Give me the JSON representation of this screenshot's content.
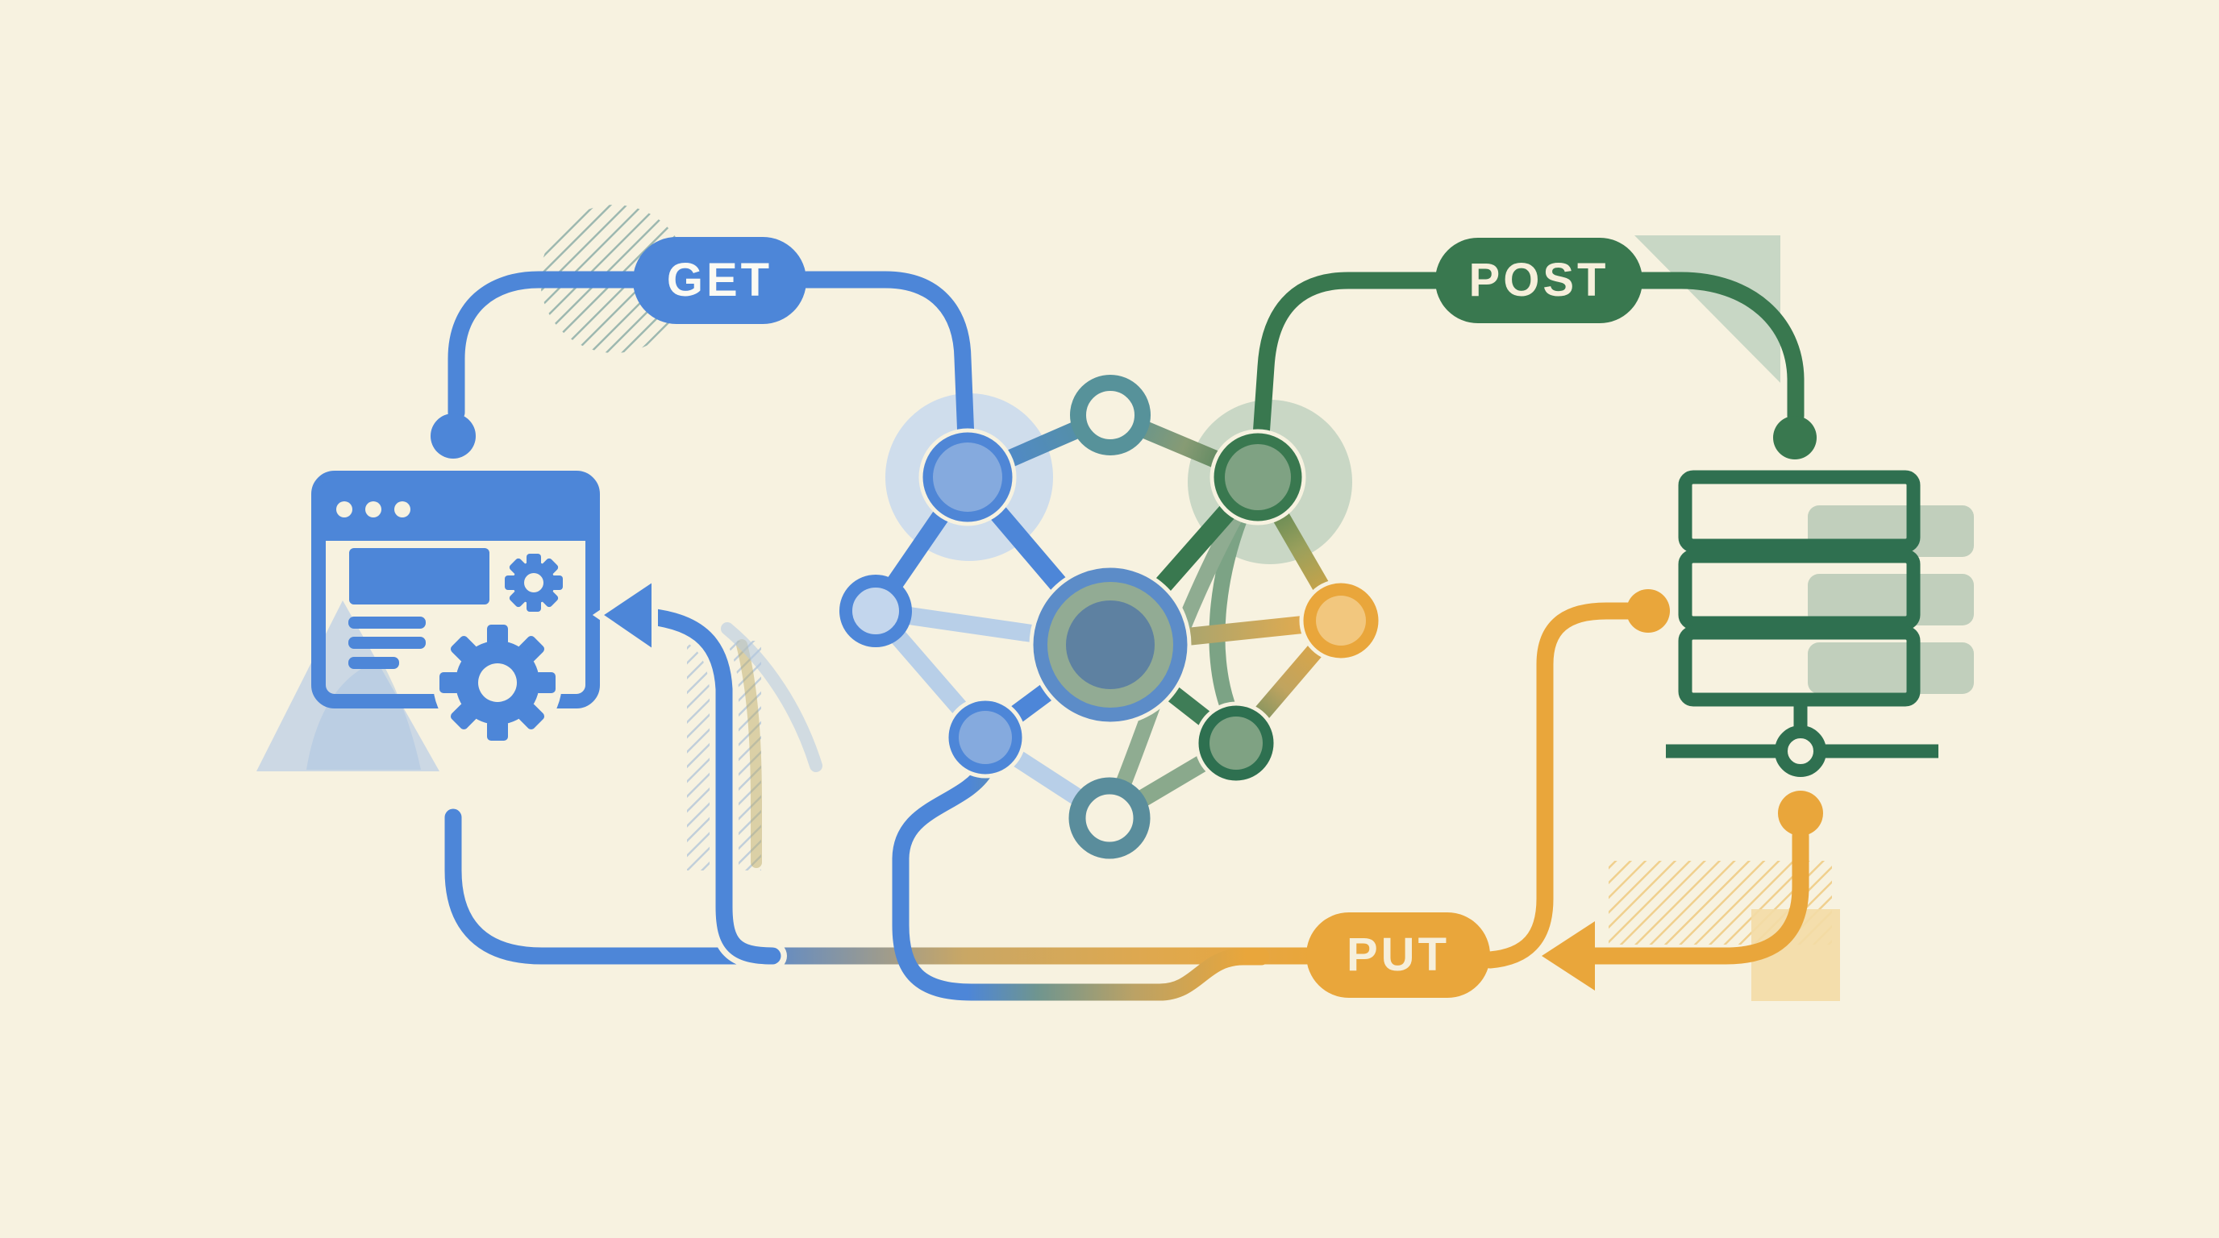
{
  "illustration": {
    "description": "Flat illustration of REST API request flow between a browser client, an API network graph, and a server stack",
    "background_color": "#f7f2e0",
    "method_labels": [
      {
        "id": "get",
        "label": "GET",
        "color": "#4d86d8"
      },
      {
        "id": "post",
        "label": "POST",
        "color": "#39784f"
      },
      {
        "id": "put",
        "label": "PUT",
        "color": "#e9a63b"
      }
    ],
    "icons": {
      "client": "browser-window-icon",
      "client_details": [
        "gear-icon",
        "gear-icon",
        "text-lines-icon",
        "hero-block-icon"
      ],
      "network": "network-graph-icon",
      "server": "server-stack-icon",
      "server_detail": "network-port-icon",
      "arrows": [
        "arrow-left-into-browser-icon",
        "arrow-left-toward-put-icon"
      ]
    },
    "palette": {
      "blue": "#4d86d8",
      "blue_light": "#85aade",
      "blue_pale": "#c3d6ed",
      "teal": "#57929a",
      "green": "#39784f",
      "sage": "#7fa283",
      "sage_pale": "#c6d5c3",
      "orange": "#e9a63b",
      "orange_light": "#f2c77e",
      "tan": "#d3ab5e",
      "label_text": "#f6efdb"
    }
  }
}
